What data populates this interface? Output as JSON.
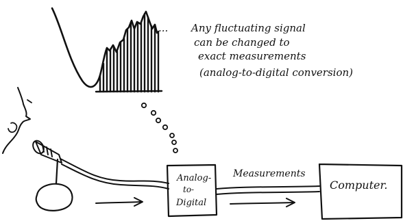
{
  "note": {
    "lines": [
      "Any fluctuating signal",
      "can be changed to",
      "exact measurements",
      "(analog-to-digital conversion)"
    ]
  },
  "signal": {
    "continuation": "..."
  },
  "converter": {
    "lines": [
      "Analog-",
      "to-",
      "Digital"
    ]
  },
  "connection": {
    "label": "Measurements"
  },
  "computer": {
    "label": "Computer."
  },
  "colors": {
    "ink": "#111111",
    "paper": "#ffffff"
  }
}
